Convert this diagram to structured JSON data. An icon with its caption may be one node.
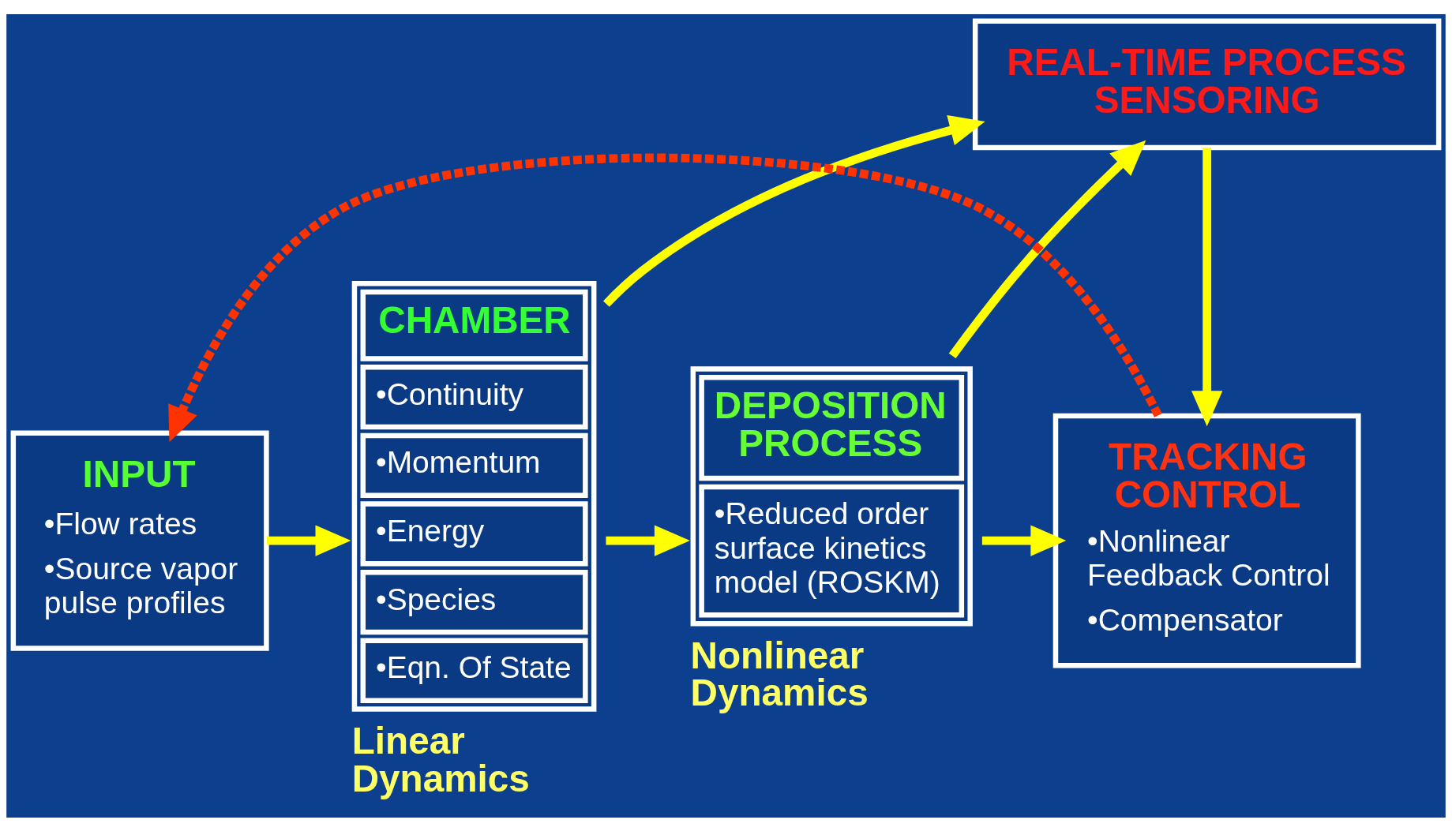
{
  "diagram": {
    "nodes": [
      {
        "text": [
          "REAL-TIME PROCESS SENSORING"
        ]
      },
      {
        "text": [
          "INPUT",
          "•Flow rates",
          "•Source vapor pulse profiles"
        ]
      },
      {
        "text": [
          "CHAMBER",
          "•Continuity",
          "•Momentum",
          "•Energy",
          "•Species",
          "•Eqn. Of State"
        ],
        "beside": [
          "Linear Dynamics"
        ]
      },
      {
        "text": [
          "DEPOSITION PROCESS",
          "•Reduced order surface kinetics model (ROSKM)"
        ],
        "beside": [
          "Nonlinear Dynamics"
        ]
      },
      {
        "text": [
          "TRACKING CONTROL",
          "•Nonlinear Feedback Control",
          "•Compensator"
        ]
      }
    ],
    "edges": [
      {
        "from": 1,
        "to": 2,
        "arrow": "to"
      },
      {
        "from": 2,
        "to": 3,
        "arrow": "to"
      },
      {
        "from": 3,
        "to": 4,
        "arrow": "to"
      },
      {
        "from": 2,
        "to": 0,
        "arrow": "to"
      },
      {
        "from": 3,
        "to": 0,
        "arrow": "to"
      },
      {
        "from": 0,
        "to": 4,
        "arrow": "to"
      },
      {
        "from": 4,
        "to": 1,
        "arrow": "to",
        "style": "dashed",
        "color": "#ff3300"
      }
    ]
  }
}
